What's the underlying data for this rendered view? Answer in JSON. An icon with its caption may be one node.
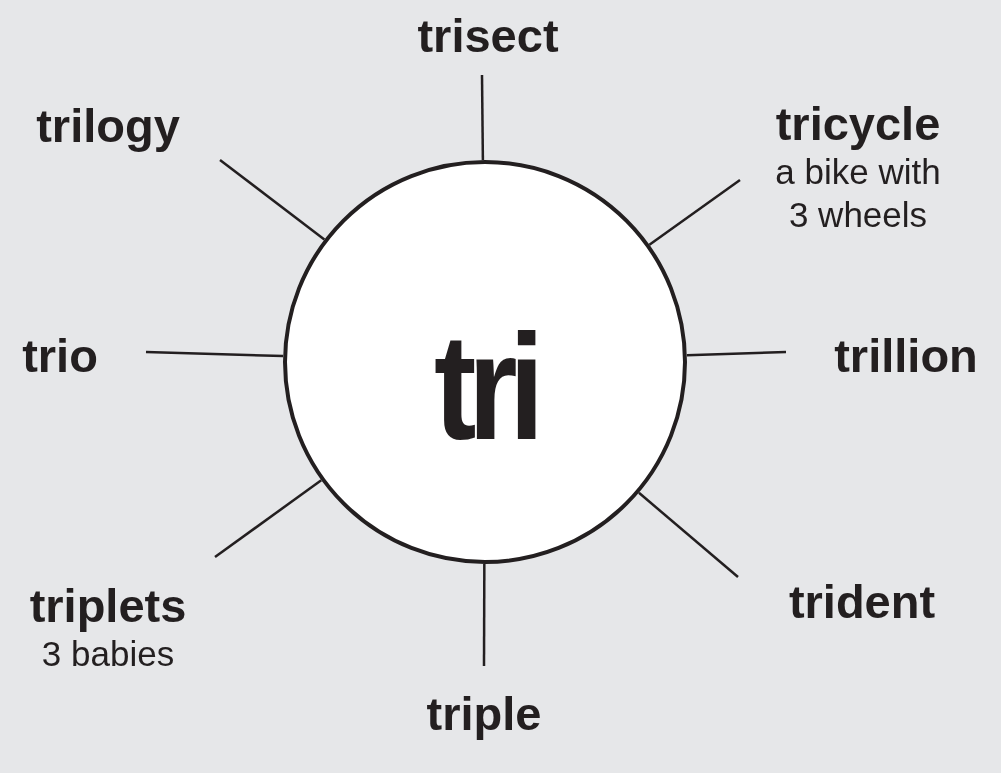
{
  "diagram": {
    "nodes": [
      {
        "text": [
          "tri"
        ]
      },
      {
        "text": [
          "trisect"
        ]
      },
      {
        "text": [
          "tricycle",
          "a bike with 3 wheels"
        ]
      },
      {
        "text": [
          "trillion"
        ]
      },
      {
        "text": [
          "trident"
        ]
      },
      {
        "text": [
          "triple"
        ]
      },
      {
        "text": [
          "triplets",
          "3 babies"
        ]
      },
      {
        "text": [
          "trio"
        ]
      },
      {
        "text": [
          "trilogy"
        ]
      }
    ],
    "edges": [
      {
        "from": 1,
        "to": 0,
        "arrow": "none"
      },
      {
        "from": 2,
        "to": 0,
        "arrow": "none"
      },
      {
        "from": 3,
        "to": 0,
        "arrow": "none"
      },
      {
        "from": 4,
        "to": 0,
        "arrow": "none"
      },
      {
        "from": 5,
        "to": 0,
        "arrow": "none"
      },
      {
        "from": 6,
        "to": 0,
        "arrow": "none"
      },
      {
        "from": 7,
        "to": 0,
        "arrow": "none"
      },
      {
        "from": 8,
        "to": 0,
        "arrow": "none"
      }
    ]
  }
}
